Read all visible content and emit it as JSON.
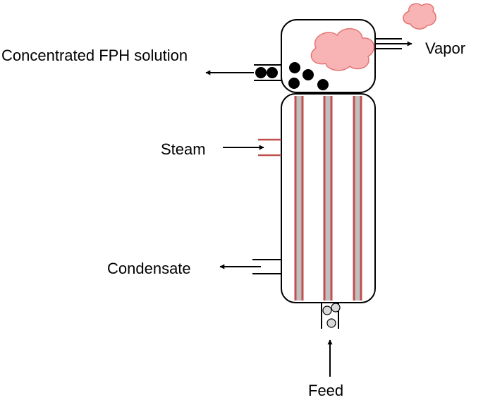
{
  "labels": {
    "concentrated": "Concentrated FPH solution",
    "vapor": "Vapor",
    "steam": "Steam",
    "condensate": "Condensate",
    "feed": "Feed"
  },
  "colors": {
    "outline": "#000000",
    "tube_stripe": "#c0504d",
    "tube_core": "#bfbfbf",
    "vapor_fill": "#f8b4b4",
    "vapor_stroke": "#e57373",
    "solute": "#000000",
    "feed_bubble": "#d9d9d9"
  }
}
